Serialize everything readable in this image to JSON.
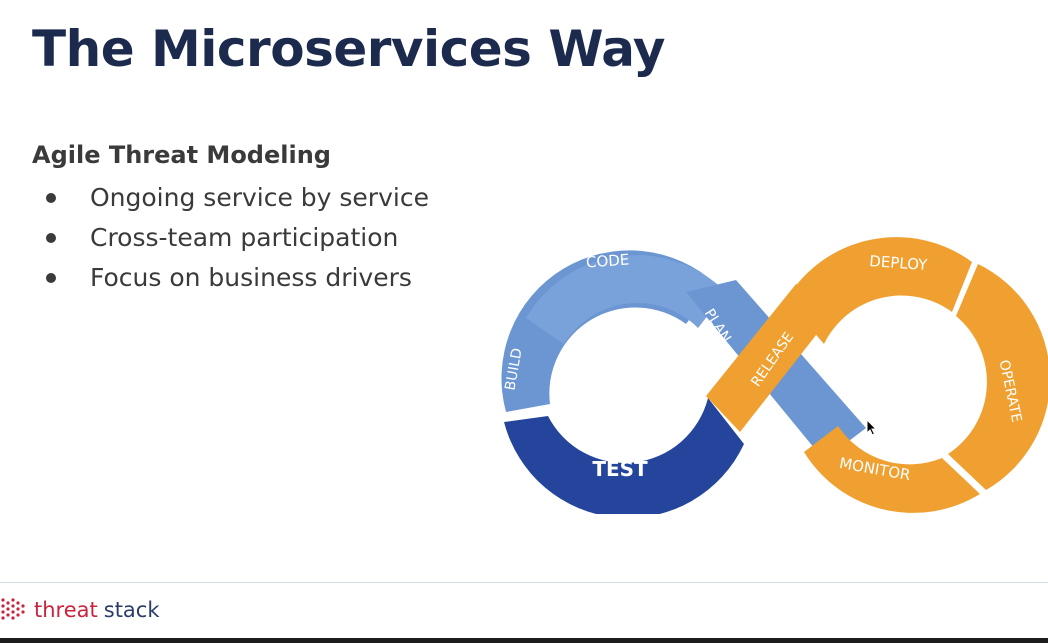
{
  "slide": {
    "title": "The Microservices Way",
    "subtitle": "Agile Threat Modeling",
    "bullets": [
      "Ongoing service by service",
      "Cross-team participation",
      "Focus on business drivers"
    ]
  },
  "diagram": {
    "stages": {
      "code": "CODE",
      "plan": "PLAN",
      "build": "BUILD",
      "test": "TEST",
      "release": "RELEASE",
      "deploy": "DEPLOY",
      "operate": "OPERATE",
      "monitor": "MONITOR"
    },
    "colors": {
      "light_blue": "#6b96d2",
      "dark_blue": "#24459b",
      "orange": "#f0a030"
    }
  },
  "footer": {
    "brand_word1": "threat",
    "brand_word2": "stack",
    "brand_colors": {
      "red": "#c8243e",
      "navy": "#2b3b6a"
    }
  }
}
